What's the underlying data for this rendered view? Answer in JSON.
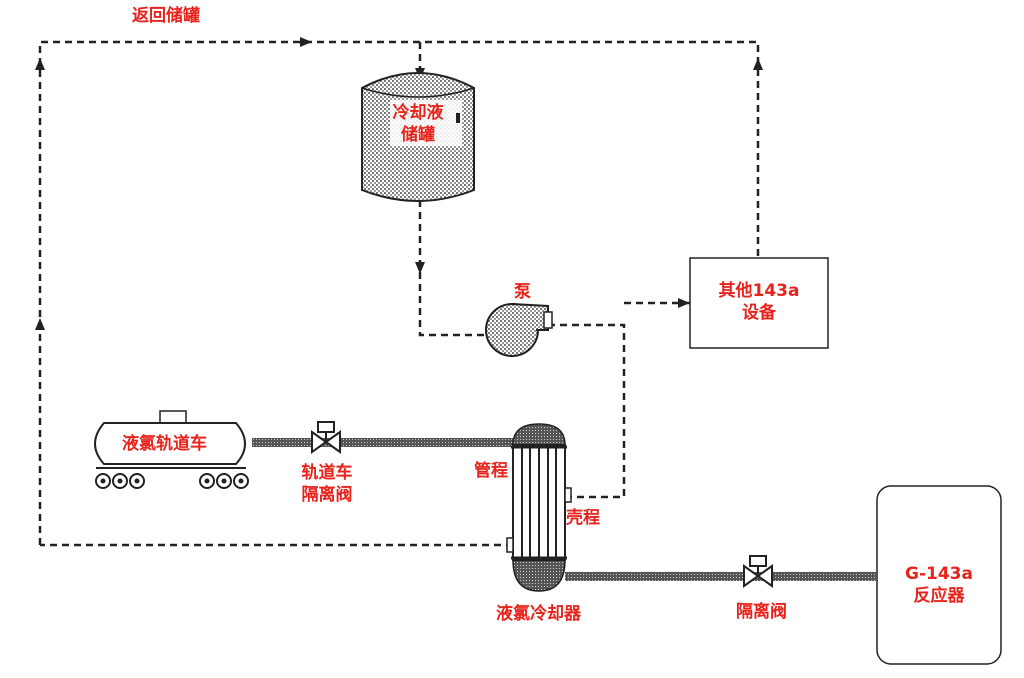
{
  "colors": {
    "label": "#e8231c",
    "line": "#222222",
    "fill_texture": "#9a9a9a"
  },
  "labels": {
    "return_to_tank": "返回储罐",
    "coolant_tank_line1": "冷却液",
    "coolant_tank_line2": "储罐",
    "pump": "泵",
    "other_equipment_line1": "其他143a",
    "other_equipment_line2": "设备",
    "rail_car": "液氯轨道车",
    "rail_valve_line1": "轨道车",
    "rail_valve_line2": "隔离阀",
    "tube_side": "管程",
    "shell_side": "壳程",
    "cooler": "液氯冷却器",
    "isolation_valve": "隔离阀",
    "reactor_line1": "G-143a",
    "reactor_line2": "反应器"
  },
  "icons": {
    "tank": "storage-tank-icon",
    "pump": "pump-icon",
    "valve": "valve-icon",
    "railcar": "rail-tank-car-icon",
    "exchanger": "shell-and-tube-heat-exchanger-icon"
  }
}
